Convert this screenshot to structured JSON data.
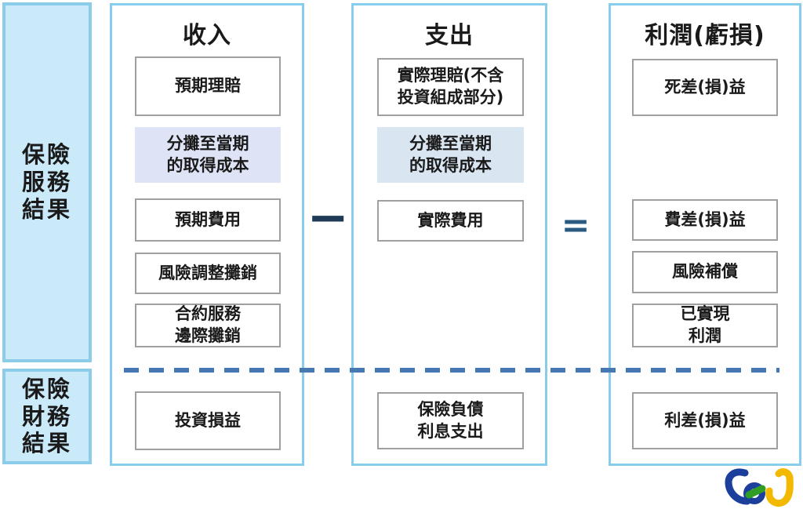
{
  "sidebar": {
    "service_result": "保險\n服務\n結果",
    "financial_result": "保險\n財務\n結果"
  },
  "columns": {
    "income": {
      "header": "收入",
      "boxes": {
        "expected_claims": "預期理賠",
        "acquisition_cost": "分攤至當期\n的取得成本",
        "expected_expenses": "預期費用",
        "risk_adjustment_amortization": "風險調整攤銷",
        "csm_amortization": "合約服務\n邊際攤銷",
        "investment_pnl": "投資損益"
      }
    },
    "expense": {
      "header": "支出",
      "boxes": {
        "actual_claims": "實際理賠(不含\n投資組成部分)",
        "acquisition_cost": "分攤至當期\n的取得成本",
        "actual_expenses": "實際費用",
        "insurance_liability_interest": "保險負債\n利息支出"
      }
    },
    "profit": {
      "header": "利潤(虧損)",
      "boxes": {
        "mortality_gain": "死差(損)益",
        "expense_gain": "費差(損)益",
        "risk_compensation": "風險補償",
        "realized_profit": "已實現\n利潤",
        "interest_gain": "利差(損)益"
      }
    }
  },
  "operators": {
    "minus": "−",
    "equals": "="
  },
  "colors": {
    "column_border": "#87cdec",
    "sidebar_fill": "#cbeaf9",
    "sidebar_border": "#8accea",
    "box_border": "#a0a0a0",
    "income_highlight": "#dee4f5",
    "expense_highlight": "#d9e6f2",
    "divider_blue": "#4678b4",
    "minus_navy": "#1e3a56",
    "equals_blue": "#2b5a80",
    "logo_blue": "#1c3f9c",
    "logo_green": "#2f9e23",
    "logo_yellow": "#f3b800"
  }
}
